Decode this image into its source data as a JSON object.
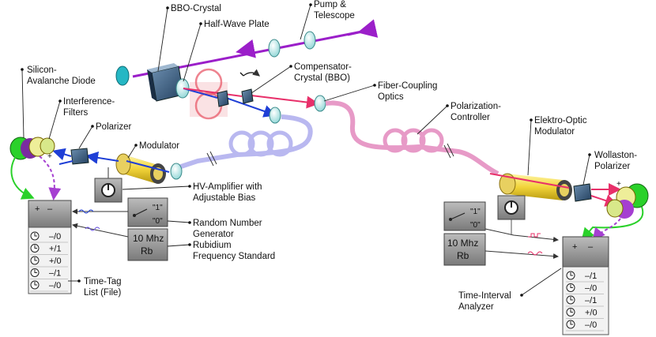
{
  "labels": {
    "pump_telescope": [
      "Pump &",
      "Telescope"
    ],
    "bbo_crystal": "BBO-Crystal",
    "half_wave_plate": "Half-Wave Plate",
    "compensator": [
      "Compensator-",
      "Crystal (BBO)"
    ],
    "fiber_coupling": [
      "Fiber-Coupling",
      "Optics"
    ],
    "silicon_apd": [
      "Silicon-",
      "Avalanche Diode"
    ],
    "interference_filters": [
      "Interference-",
      "Filters"
    ],
    "polarizer": "Polarizer",
    "modulator": "Modulator",
    "polarization_controller": [
      "Polarization-",
      "Controller"
    ],
    "electro_optic_modulator": [
      "Elektro-Optic",
      "Modulator"
    ],
    "wollaston_polarizer": [
      "Wollaston-",
      "Polarizer"
    ],
    "hv_amplifier": [
      "HV-Amplifier with",
      "Adjustable Bias"
    ],
    "random_number_generator": [
      "Random Number",
      "Generator"
    ],
    "rubidium_standard": [
      "Rubidium",
      "Frequency Standard"
    ],
    "time_tag_list": [
      "Time-Tag",
      "List (File)"
    ],
    "time_interval_analyzer": [
      "Time-Interval",
      "Analyzer"
    ]
  },
  "device_text": {
    "rng_one": "\"1\"",
    "rng_zero": "\"0\"",
    "clock_line1": "10 Mhz",
    "clock_line2": "Rb",
    "analyzer_plus": "+",
    "analyzer_minus": "–"
  },
  "time_tags_left": [
    "–/0",
    "+/1",
    "+/0",
    "–/1",
    "–/0"
  ],
  "time_tags_right": [
    "–/1",
    "–/0",
    "–/1",
    "+/0",
    "–/0"
  ],
  "colors": {
    "pump": "#9b1fc9",
    "beam_red": "#e8306a",
    "beam_blue": "#1f3fd6",
    "fiber_blue": "#b9b8f0",
    "fiber_pink": "#e79ac7",
    "signal_green": "#2ad12a",
    "signal_purple": "#a53fd1"
  }
}
